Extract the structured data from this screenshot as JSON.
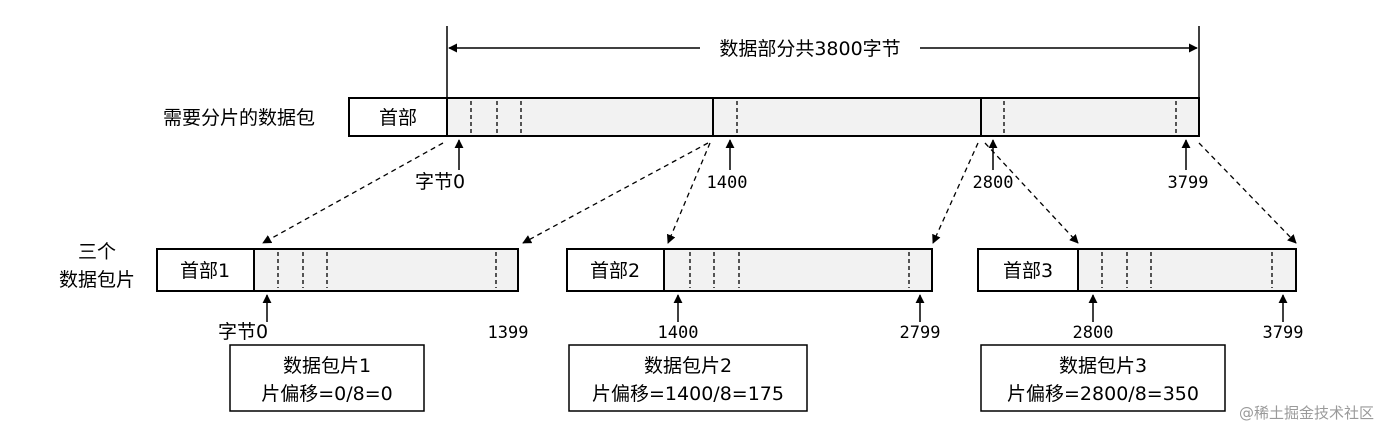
{
  "top_span_label": "数据部分共3800字节",
  "original_packet": {
    "label": "需要分片的数据包",
    "header_label": "首部",
    "marks": {
      "start": "字节0",
      "m1400": "1400",
      "m2800": "2800",
      "end": "3799"
    }
  },
  "fragments_label_line1": "三个",
  "fragments_label_line2": "数据包片",
  "fragments": [
    {
      "header_label": "首部1",
      "start_mark": "字节0",
      "end_mark": "1399",
      "info_line1": "数据包片1",
      "info_line2": "片偏移=0/8=0"
    },
    {
      "header_label": "首部2",
      "start_mark": "1400",
      "end_mark": "2799",
      "info_line1": "数据包片2",
      "info_line2": "片偏移=1400/8=175"
    },
    {
      "header_label": "首部3",
      "start_mark": "2800",
      "end_mark": "3799",
      "info_line1": "数据包片3",
      "info_line2": "片偏移=2800/8=350"
    }
  ],
  "watermark": "@稀土掘金技术社区"
}
